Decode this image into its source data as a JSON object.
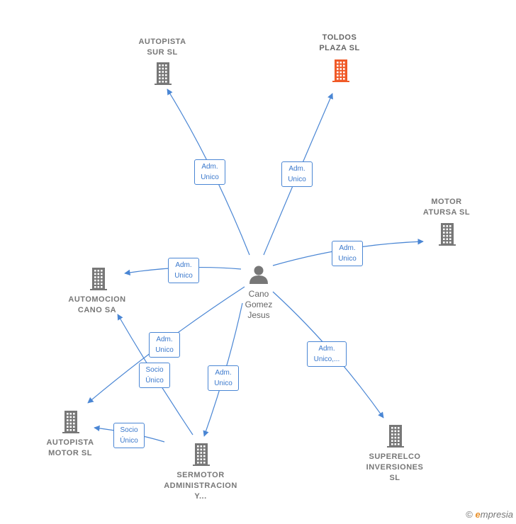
{
  "colors": {
    "edge": "#4a86d4",
    "building": "#777777",
    "focus_building": "#f05a28",
    "person": "#777777"
  },
  "person": {
    "name": "Cano\nGomez\nJesus",
    "icon": "person-icon"
  },
  "companies": [
    {
      "id": "autopista-sur",
      "name": "AUTOPISTA\nSUR  SL",
      "icon": "building-icon",
      "focus": false
    },
    {
      "id": "toldos-plaza",
      "name": "TOLDOS\nPLAZA  SL",
      "icon": "building-icon",
      "focus": true
    },
    {
      "id": "motor-atursa",
      "name": "MOTOR\nATURSA  SL",
      "icon": "building-icon",
      "focus": false
    },
    {
      "id": "automocion-cano",
      "name": "AUTOMOCION\nCANO SA",
      "icon": "building-icon",
      "focus": false
    },
    {
      "id": "autopista-motor",
      "name": "AUTOPISTA\nMOTOR  SL",
      "icon": "building-icon",
      "focus": false
    },
    {
      "id": "sermotor",
      "name": "SERMOTOR\nADMINISTRACION\nY...",
      "icon": "building-icon",
      "focus": false
    },
    {
      "id": "superelco",
      "name": "SUPERELCO\nINVERSIONES\nSL",
      "icon": "building-icon",
      "focus": false
    }
  ],
  "relations": [
    {
      "from": "person",
      "to": "autopista-sur",
      "label": "Adm.\nUnico"
    },
    {
      "from": "person",
      "to": "toldos-plaza",
      "label": "Adm.\nUnico"
    },
    {
      "from": "person",
      "to": "motor-atursa",
      "label": "Adm.\nUnico"
    },
    {
      "from": "person",
      "to": "automocion-cano",
      "label": "Adm.\nUnico"
    },
    {
      "from": "person",
      "to": "autopista-motor",
      "label": "Adm.\nUnico"
    },
    {
      "from": "person",
      "to": "sermotor",
      "label": "Adm.\nUnico"
    },
    {
      "from": "person",
      "to": "superelco",
      "label": "Adm.\nUnico,..."
    },
    {
      "from": "sermotor",
      "to": "automocion-cano",
      "label": "Socio\nÚnico"
    },
    {
      "from": "sermotor",
      "to": "autopista-motor",
      "label": "Socio\nÚnico"
    }
  ],
  "footer": {
    "copyright": "©",
    "brand_initial": "e",
    "brand_rest": "mpresia"
  }
}
